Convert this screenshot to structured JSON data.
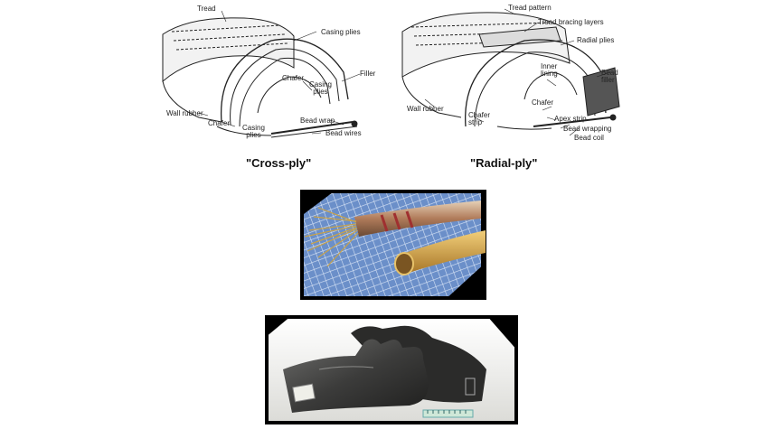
{
  "crossply": {
    "caption": "\"Cross-ply\"",
    "labels": {
      "tread": "Tread",
      "casing_plies_top": "Casing plies",
      "filler": "Filler",
      "chafer_inner": "Chafer",
      "casing_plies_mid": "Casing\nplies",
      "wall_rubber": "Wall rubber",
      "chafer": "Chafer",
      "bead_wrap": "Bead wrap",
      "casing_plies_bottom": "Casing\nplies",
      "bead_wires": "Bead wires"
    }
  },
  "radialply": {
    "caption": "\"Radial-ply\"",
    "labels": {
      "tread_pattern": "Tread pattern",
      "tread_bracing": "Tread bracing layers",
      "radial_plies": "Radial plies",
      "inner_lining": "Inner\nlining",
      "bead_filler": "Bead\nfiller",
      "wall_rubber": "Wall rubber",
      "chafer_inner": "Chafer",
      "chafer_strip": "Chafer\nstrip",
      "apex_strip": "Apex strip",
      "bead_wrapping": "Bead wrapping",
      "bead_coil": "Bead coil"
    }
  }
}
